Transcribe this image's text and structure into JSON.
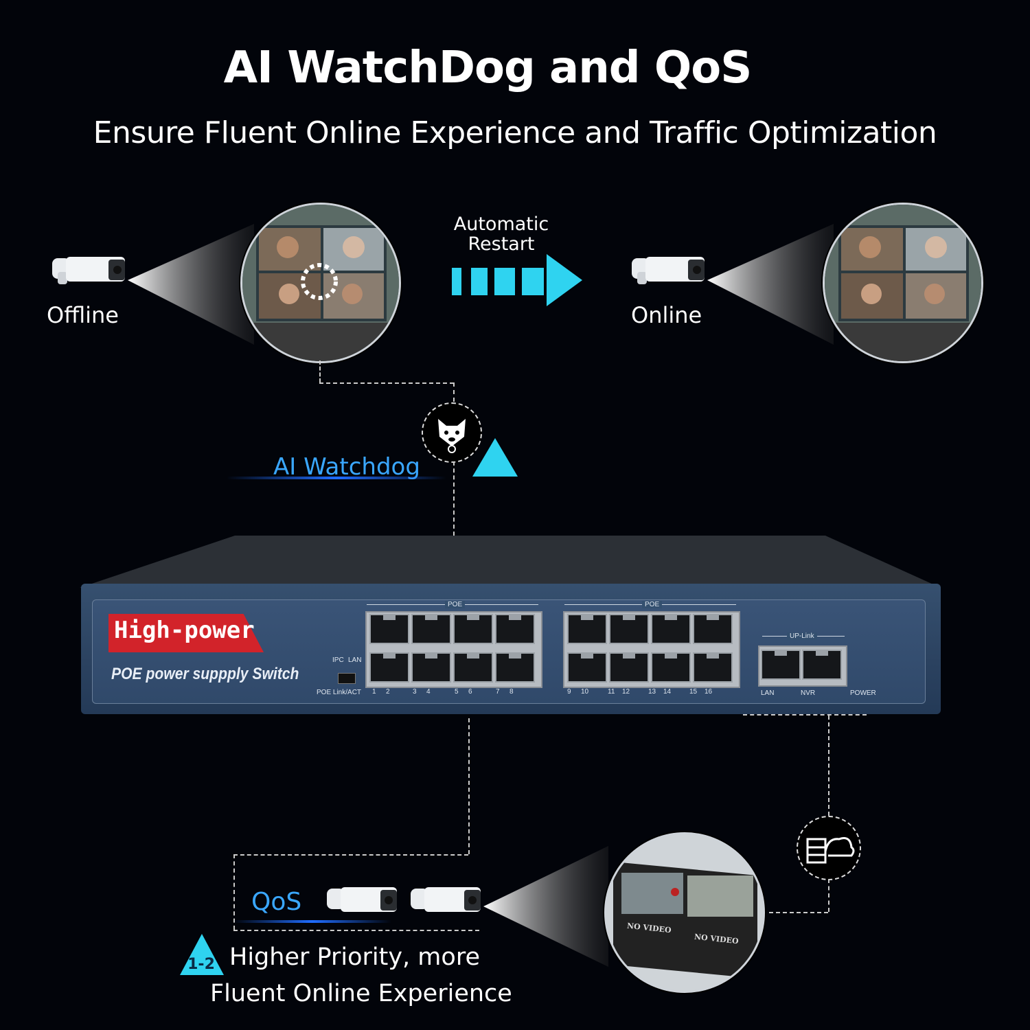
{
  "header": {
    "title": "AI WatchDog and QoS",
    "subtitle": "Ensure Fluent Online Experience and Traffic Optimization"
  },
  "status": {
    "offline_label": "Offline",
    "online_label": "Online",
    "restart_line1": "Automatic",
    "restart_line2": "Restart"
  },
  "watchdog": {
    "label": "AI Watchdog"
  },
  "device": {
    "brand_label": "High-power",
    "subtitle": "POE power suppply Switch",
    "poe_label_left": "POE",
    "poe_label_right": "POE",
    "uplink_label": "UP-Link",
    "ipc_label": "IPC",
    "lan_switch_label": "LAN",
    "poe_link_label": "POE Link/ACT",
    "lan_port_label": "LAN",
    "nvr_port_label": "NVR",
    "power_label": "POWER",
    "port_numbers": [
      "1",
      "2",
      "3",
      "4",
      "5",
      "6",
      "7",
      "8",
      "9",
      "10",
      "11",
      "12",
      "13",
      "14",
      "15",
      "16"
    ]
  },
  "qos": {
    "label": "QoS",
    "badge": "1-2",
    "note_line1": "Higher Priority, more",
    "note_line2": "Fluent Online Experience"
  },
  "monitor": {
    "no_video_1": "NO VIDEO",
    "no_video_2": "NO VIDEO"
  },
  "colors": {
    "background": "#02040a",
    "accent_blue": "#3aa7ff",
    "cyan": "#2fd3f0",
    "brand_red": "#d2232a"
  },
  "icons": [
    "security-camera-icon",
    "dog-icon",
    "server-cloud-icon",
    "arrow-right-icon",
    "warning-triangle-icon"
  ]
}
